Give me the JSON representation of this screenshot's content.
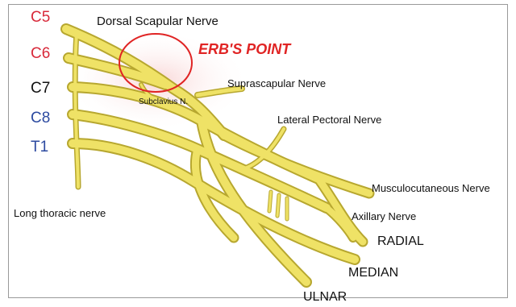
{
  "roots": {
    "c5": "C5",
    "c6": "C6",
    "c7": "C7",
    "c8": "C8",
    "t1": "T1"
  },
  "labels": {
    "dorsal_scapular": "Dorsal Scapular Nerve",
    "erbs_point": "ERB'S POINT",
    "subclavius": "Subclavius N.",
    "suprascapular": "Suprascapular Nerve",
    "lateral_pectoral": "Lateral Pectoral Nerve",
    "musculocutaneous": "Musculocutaneous Nerve",
    "long_thoracic": "Long thoracic nerve",
    "axillary": "Axillary Nerve",
    "radial": "RADIAL",
    "median": "MEDIAN",
    "ulnar": "ULNAR"
  },
  "colors": {
    "nerve_fill": "#efe266",
    "nerve_edge": "#b7a72f",
    "erb_circle": "#e02424",
    "root_red": "#d8293a",
    "root_blue": "#2c4aa0"
  }
}
